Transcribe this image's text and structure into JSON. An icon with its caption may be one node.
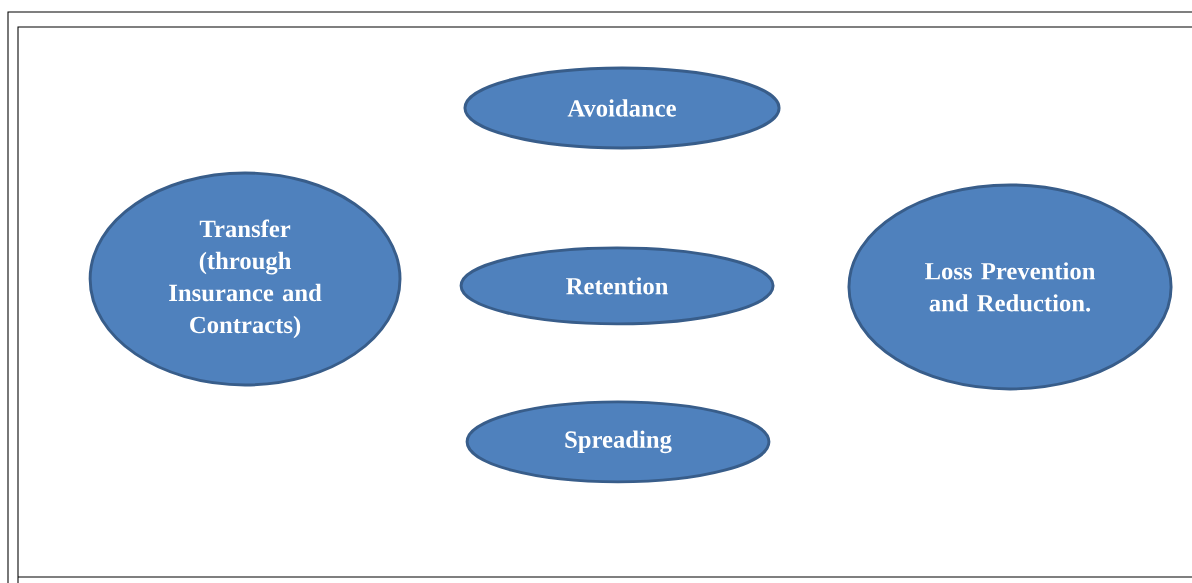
{
  "diagram": {
    "nodes": [
      {
        "text": [
          "Avoidance"
        ]
      },
      {
        "text": [
          "Transfer (through Insurance and Contracts)"
        ]
      },
      {
        "text": [
          "Retention"
        ]
      },
      {
        "text": [
          "Loss Prevention and Reduction."
        ]
      },
      {
        "text": [
          "Spreading"
        ]
      }
    ]
  }
}
